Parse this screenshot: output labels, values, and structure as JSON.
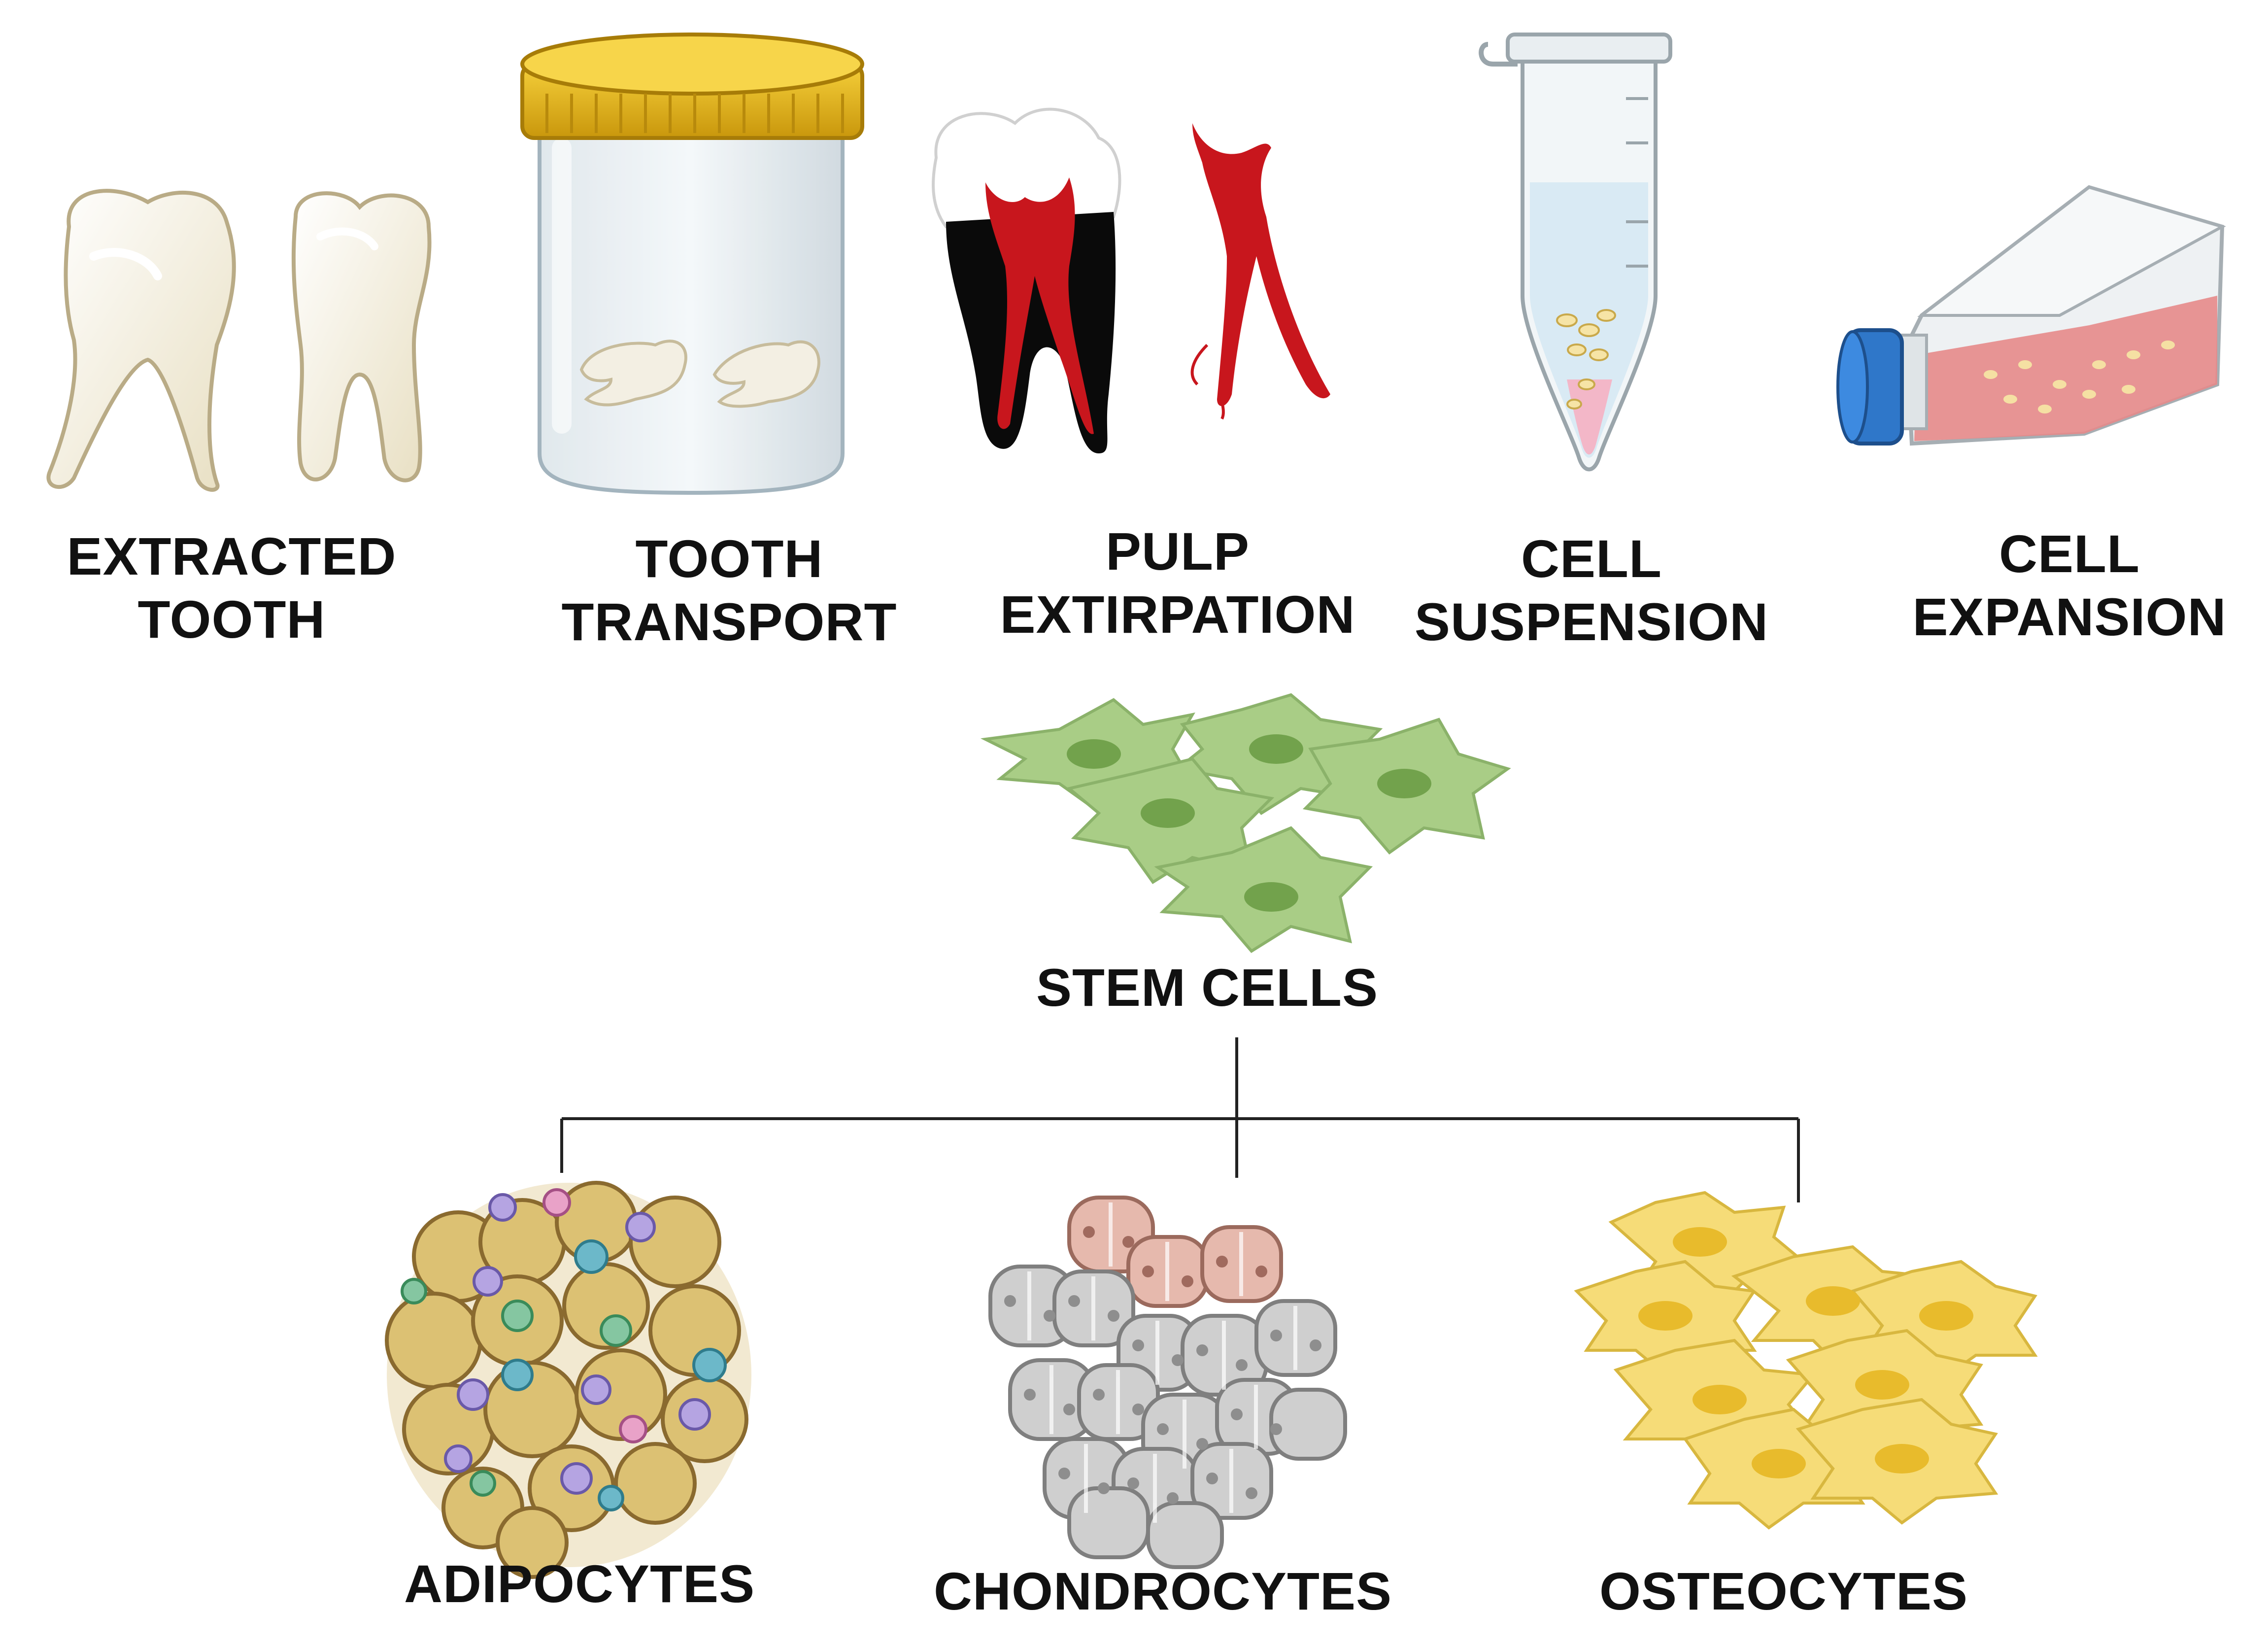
{
  "steps": [
    {
      "line1": "EXTRACTED",
      "line2": "TOOTH",
      "icon": "extracted-tooth-icon"
    },
    {
      "line1": "TOOTH",
      "line2": "TRANSPORT",
      "icon": "specimen-jar-icon"
    },
    {
      "line1": "PULP",
      "line2": "EXTIRPATION",
      "icon": "pulp-tooth-icon"
    },
    {
      "line1": "CELL",
      "line2": "SUSPENSION",
      "icon": "microtube-icon"
    },
    {
      "line1": "CELL",
      "line2": "EXPANSION",
      "icon": "culture-flask-icon"
    }
  ],
  "stem_cells": {
    "label": "STEM CELLS",
    "icon": "stem-cells-icon"
  },
  "lineages": [
    {
      "label": "ADIPOCYTES",
      "icon": "adipocytes-icon"
    },
    {
      "label": "CHONDROCYTES",
      "icon": "chondrocytes-icon"
    },
    {
      "label": "OSTEOCYTES",
      "icon": "osteocytes-icon"
    }
  ],
  "colors": {
    "text": "#111111",
    "tooth": "#f2eee0",
    "jar_lid": "#e8b81a",
    "pulp": "#c8161d",
    "stem_cell": "#9cc27a",
    "adipocyte": "#dcc173",
    "chondrocyte": "#c9c9c9",
    "chondrocyte_pink": "#e6b9ad",
    "osteocyte": "#f3d767",
    "flask_cap": "#2f77c9",
    "flask_medium": "#e58a8a",
    "connector": "#222222"
  }
}
